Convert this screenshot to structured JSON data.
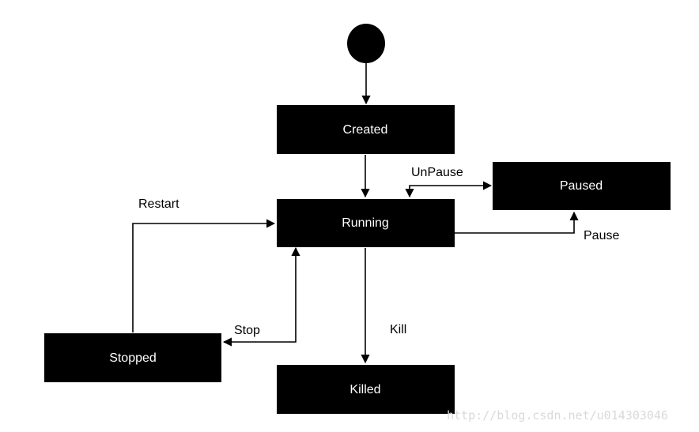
{
  "states": {
    "created": "Created",
    "running": "Running",
    "paused": "Paused",
    "stopped": "Stopped",
    "killed": "Killed"
  },
  "transitions": {
    "unpause": "UnPause",
    "pause": "Pause",
    "restart": "Restart",
    "stop": "Stop",
    "kill": "Kill"
  },
  "watermark": "http://blog.csdn.net/u014303046"
}
